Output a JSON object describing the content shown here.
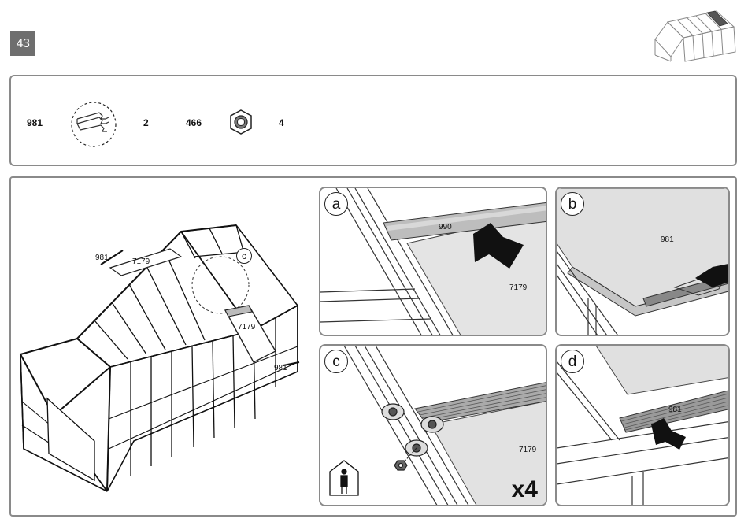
{
  "step_number": "43",
  "parts": [
    {
      "code": "981",
      "qty": "2",
      "icon": "profile-strip-icon"
    },
    {
      "code": "466",
      "qty": "4",
      "icon": "hex-nut-icon"
    }
  ],
  "overview": {
    "label_981_top": "981",
    "label_7179_top": "7179",
    "label_7179_right": "7179",
    "label_981_right": "981",
    "callout": "c"
  },
  "details": {
    "a": {
      "letter": "a",
      "label_990": "990",
      "label_7179": "7179"
    },
    "b": {
      "letter": "b",
      "label_981": "981"
    },
    "c": {
      "letter": "c",
      "label_7179": "7179",
      "multiplier": "x4",
      "icon": "person-in-house-icon"
    },
    "d": {
      "letter": "d",
      "label_981": "981"
    }
  }
}
